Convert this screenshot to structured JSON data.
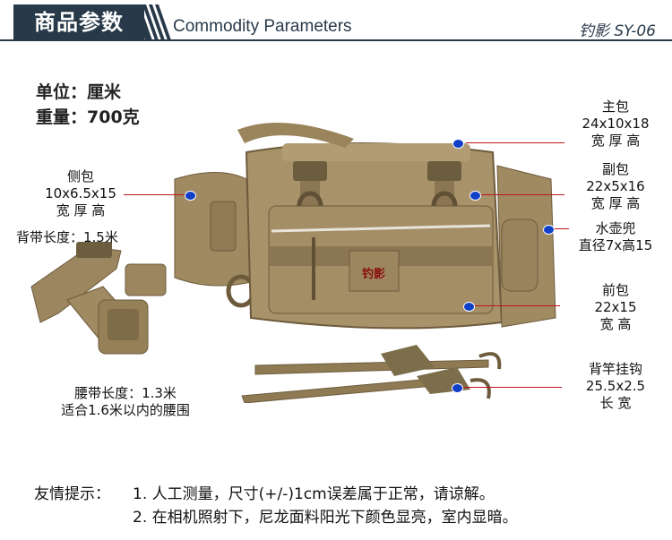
{
  "header": {
    "tab_cn": "商品参数",
    "title_en": "Commodity Parameters",
    "model": "钓影 SY-06",
    "color": "#283a4a"
  },
  "specs": {
    "unit": "单位：厘米",
    "weight": "重量：700克"
  },
  "callouts": {
    "main_bag": {
      "name": "主包",
      "size": "24x10x18",
      "dims": "宽 厚 高"
    },
    "sub_bag": {
      "name": "副包",
      "size": "22x5x16",
      "dims": "宽 厚 高"
    },
    "bottle_pocket": {
      "name": "水壶兜",
      "size": "直径7x高15"
    },
    "front_bag": {
      "name": "前包",
      "size": "22x15",
      "dims": "宽 高"
    },
    "rod_hook": {
      "name": "背竿挂钩",
      "size": "25.5x2.5",
      "dims": "长  宽"
    },
    "side_bag": {
      "name": "侧包",
      "size": "10x6.5x15",
      "dims": "宽 厚 高"
    },
    "shoulder_strap": "背带长度：1.5米",
    "waist_strap": {
      "length": "腰带长度：1.3米",
      "fit": "适合1.6米以内的腰围"
    }
  },
  "tips": {
    "label": "友情提示：",
    "line1": "1. 人工测量，尺寸(+/-)1cm误差属于正常，请谅解。",
    "line2": "2. 在相机照射下，尼龙面料阳光下颜色显亮，室内显暗。"
  },
  "colors": {
    "bag": "#a08a62",
    "bag_dark": "#7e6b48",
    "webbing": "#8a7652",
    "callout_line": "#c0141a",
    "marker": "#1040c8"
  }
}
